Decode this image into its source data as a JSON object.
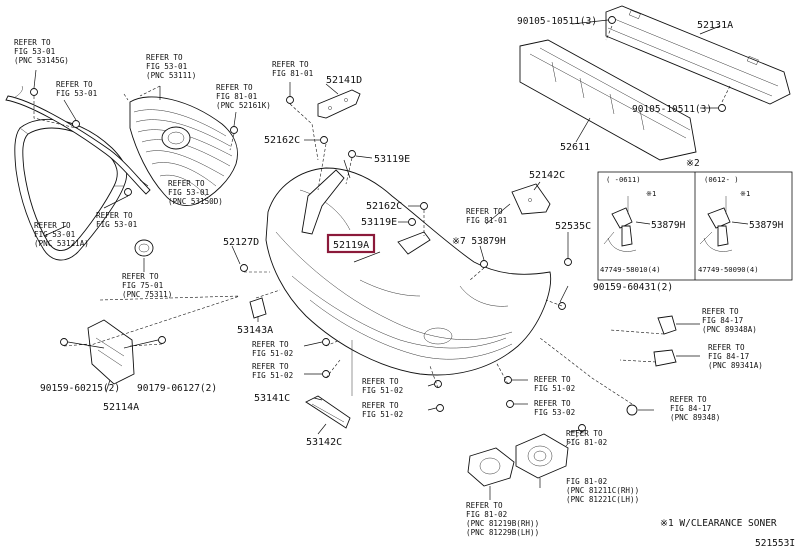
{
  "refer": {
    "r1": [
      "REFER TO",
      "FIG 53-01",
      "(PNC 53145G)"
    ],
    "r2": [
      "REFER TO",
      "FIG 53-01",
      "(PNC 53111)"
    ],
    "r3": [
      "REFER TO",
      "FIG 53-01"
    ],
    "r4": [
      "REFER TO",
      "FIG 81-01"
    ],
    "r5": [
      "REFER TO",
      "FIG 81-01",
      "(PNC 52161K)"
    ],
    "r6": [
      "REFER TO",
      "FIG 53-01",
      "(PNC 53150D)"
    ],
    "r7": [
      "REFER TO",
      "FIG 53-01"
    ],
    "r8": [
      "REFER TO",
      "FIG 53-01",
      "(PNC 53121A)"
    ],
    "r9": [
      "REFER TO",
      "FIG 75-01",
      "(PNC 75311)"
    ],
    "r10": [
      "REFER TO",
      "FIG 81-01"
    ],
    "r11": [
      "REFER TO",
      "FIG 84-17",
      "(PNC 89348A)"
    ],
    "r12": [
      "REFER TO",
      "FIG 84-17",
      "(PNC 89341A)"
    ],
    "r13": [
      "REFER TO",
      "FIG 84-17",
      "(PNC 89348)"
    ],
    "r14": [
      "REFER TO",
      "FIG 51-02"
    ],
    "r15": [
      "REFER TO",
      "FIG 51-02"
    ],
    "r16": [
      "REFER TO",
      "FIG 51-02"
    ],
    "r17": [
      "REFER TO",
      "FIG 51-02"
    ],
    "r18": [
      "REFER TO",
      "FIG 51-02"
    ],
    "r19": [
      "REFER TO",
      "FIG 53-02"
    ],
    "r20": [
      "REFER TO",
      "FIG 81-02"
    ],
    "r21": [
      "FIG 81-02",
      "(PNC 81211C(RH))",
      "(PNC 81221C(LH))"
    ],
    "r22": [
      "REFER TO",
      "FIG 81-02",
      "(PNC 81219B(RH))",
      "(PNC 81229B(LH))"
    ]
  },
  "parts": {
    "p52131A": "52131A",
    "p52611": "52611",
    "p90105_top": "90105-10511(3)",
    "p90105_mid": "90105-10511(3)",
    "p52141D": "52141D",
    "p52162C_a": "52162C",
    "p53119E_a": "53119E",
    "p52142C": "52142C",
    "p52162C_b": "52162C",
    "p53119E_b": "53119E",
    "p52119A": "52119A",
    "p53879H_main": "※7 53879H",
    "p52127D": "52127D",
    "p52535C": "52535C",
    "p90159_60431": "90159-60431(2)",
    "p53143A": "53143A",
    "p90159_60215": "90159-60215(2)",
    "p90179_06127": "90179-06127(2)",
    "p52114A": "52114A",
    "p53141C": "53141C",
    "p53142C": "53142C"
  },
  "inset": {
    "mark": "※2",
    "left_range": "(  -0611)",
    "right_range": "(0612-  )",
    "left_part": "53879H",
    "right_part": "53879H",
    "left_num": "47749-58010(4)",
    "right_num": "47749-50090(4)",
    "left_small": "※1",
    "right_small": "※1"
  },
  "footer": {
    "note": "※1 W/CLEARANCE SONER",
    "code": "521553I"
  }
}
